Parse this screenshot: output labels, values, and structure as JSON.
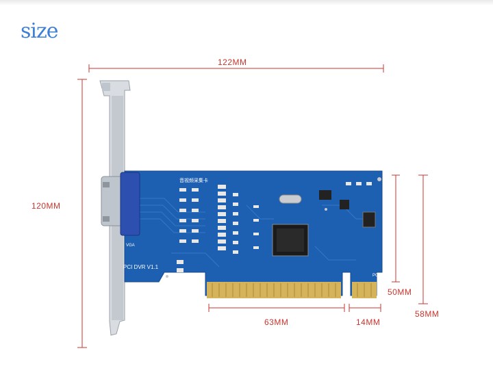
{
  "heading": "size",
  "dimensions": {
    "width_total": "122MM",
    "height_total": "120MM",
    "board_height": "50MM",
    "bracket_height": "58MM",
    "connector_main": "63MM",
    "connector_short": "14MM"
  },
  "board": {
    "model_text": "PCI DVR V1.1",
    "chinese_title": "音视频采集卡",
    "port_label": "VGA",
    "pci_label": "PCI"
  },
  "colors": {
    "heading": "#3b7fd6",
    "dimension": "#c8352c",
    "pcb": "#1d5fb0",
    "gold": "#d4b35a"
  }
}
